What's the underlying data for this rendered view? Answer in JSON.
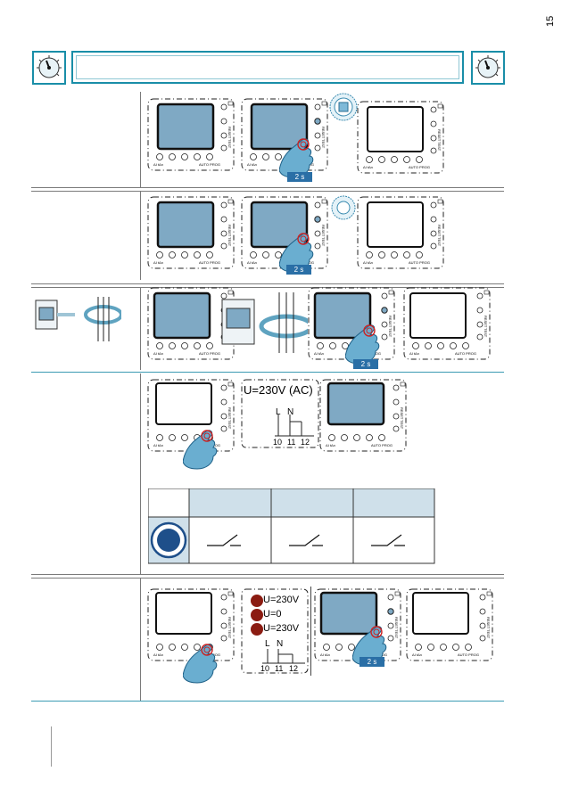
{
  "page": {
    "number": "15"
  },
  "row1": {
    "hold": "2 s"
  },
  "row2": {
    "hold": "2 s"
  },
  "row3": {
    "hold": "2 s"
  },
  "row4": {
    "voltage": "U=230V (AC)",
    "terminals": [
      "L",
      "N"
    ],
    "terminal_numbers": [
      "10",
      "11",
      "12"
    ],
    "table_headers": [
      "",
      "",
      "",
      ""
    ]
  },
  "row5": {
    "states": [
      "U=230V",
      "U=0",
      "U=230V"
    ],
    "terminals": [
      "L",
      "N"
    ],
    "terminal_numbers": [
      "10",
      "11",
      "12"
    ],
    "hold": "2 s"
  },
  "device": {
    "reset": "RESET",
    "test": "TEST",
    "auto": "AUTO",
    "prog": "PROG",
    "dn": "ΔI",
    "t": "tΔn"
  },
  "colors": {
    "accent": "#1a8ea8",
    "button_dark": "#1e4f8a",
    "led_red": "#8b1c12",
    "screen_blue": "#7fa9c4"
  }
}
